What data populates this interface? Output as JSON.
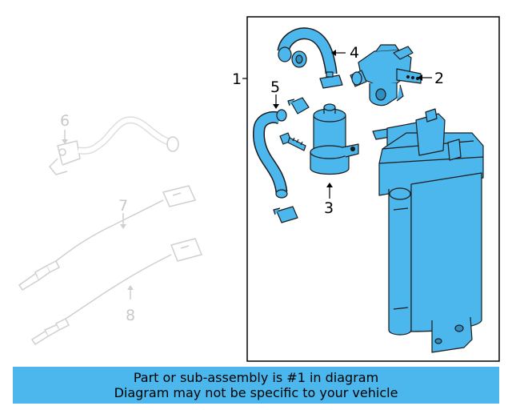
{
  "diagram": {
    "callouts": {
      "c1": "1",
      "c2": "2",
      "c3": "3",
      "c4": "4",
      "c5": "5",
      "c6": "6",
      "c7": "7",
      "c8": "8"
    },
    "colors": {
      "highlight": "#4cb7ec",
      "outline": "#1a1a1a",
      "faded": "#c8c8c8",
      "frame": "#000000"
    }
  },
  "banner": {
    "line1": "Part or sub-assembly is #1 in diagram",
    "line2": "Diagram may not be specific to your vehicle",
    "color": "#4cb7ec"
  }
}
